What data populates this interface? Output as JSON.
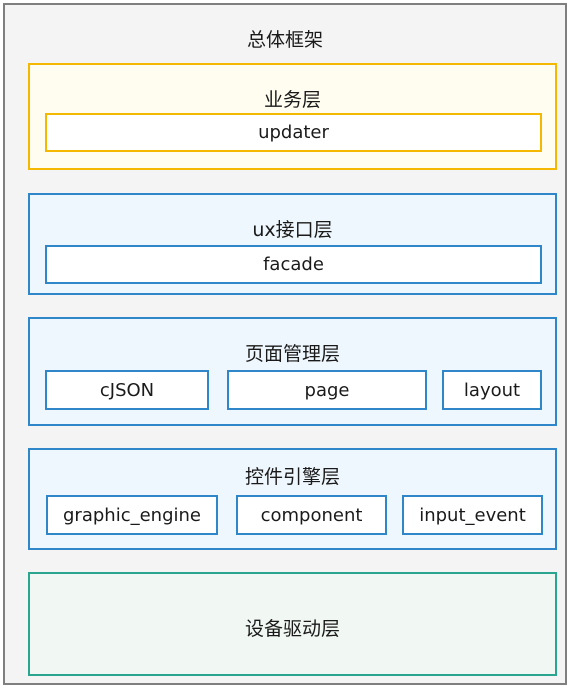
{
  "diagram": {
    "title": "总体框架",
    "layers": [
      {
        "label": "业务层",
        "modules": [
          "updater"
        ]
      },
      {
        "label": "ux接口层",
        "modules": [
          "facade"
        ]
      },
      {
        "label": "页面管理层",
        "modules": [
          "cJSON",
          "page",
          "layout"
        ]
      },
      {
        "label": "控件引擎层",
        "modules": [
          "graphic_engine",
          "component",
          "input_event"
        ]
      },
      {
        "label": "设备驱动层",
        "modules": []
      }
    ],
    "colors": {
      "outer_border": "#7f7f7f",
      "business_layer": "#f5b800",
      "middle_layers": "#2f86c8",
      "driver_layer": "#2aa58f"
    }
  }
}
